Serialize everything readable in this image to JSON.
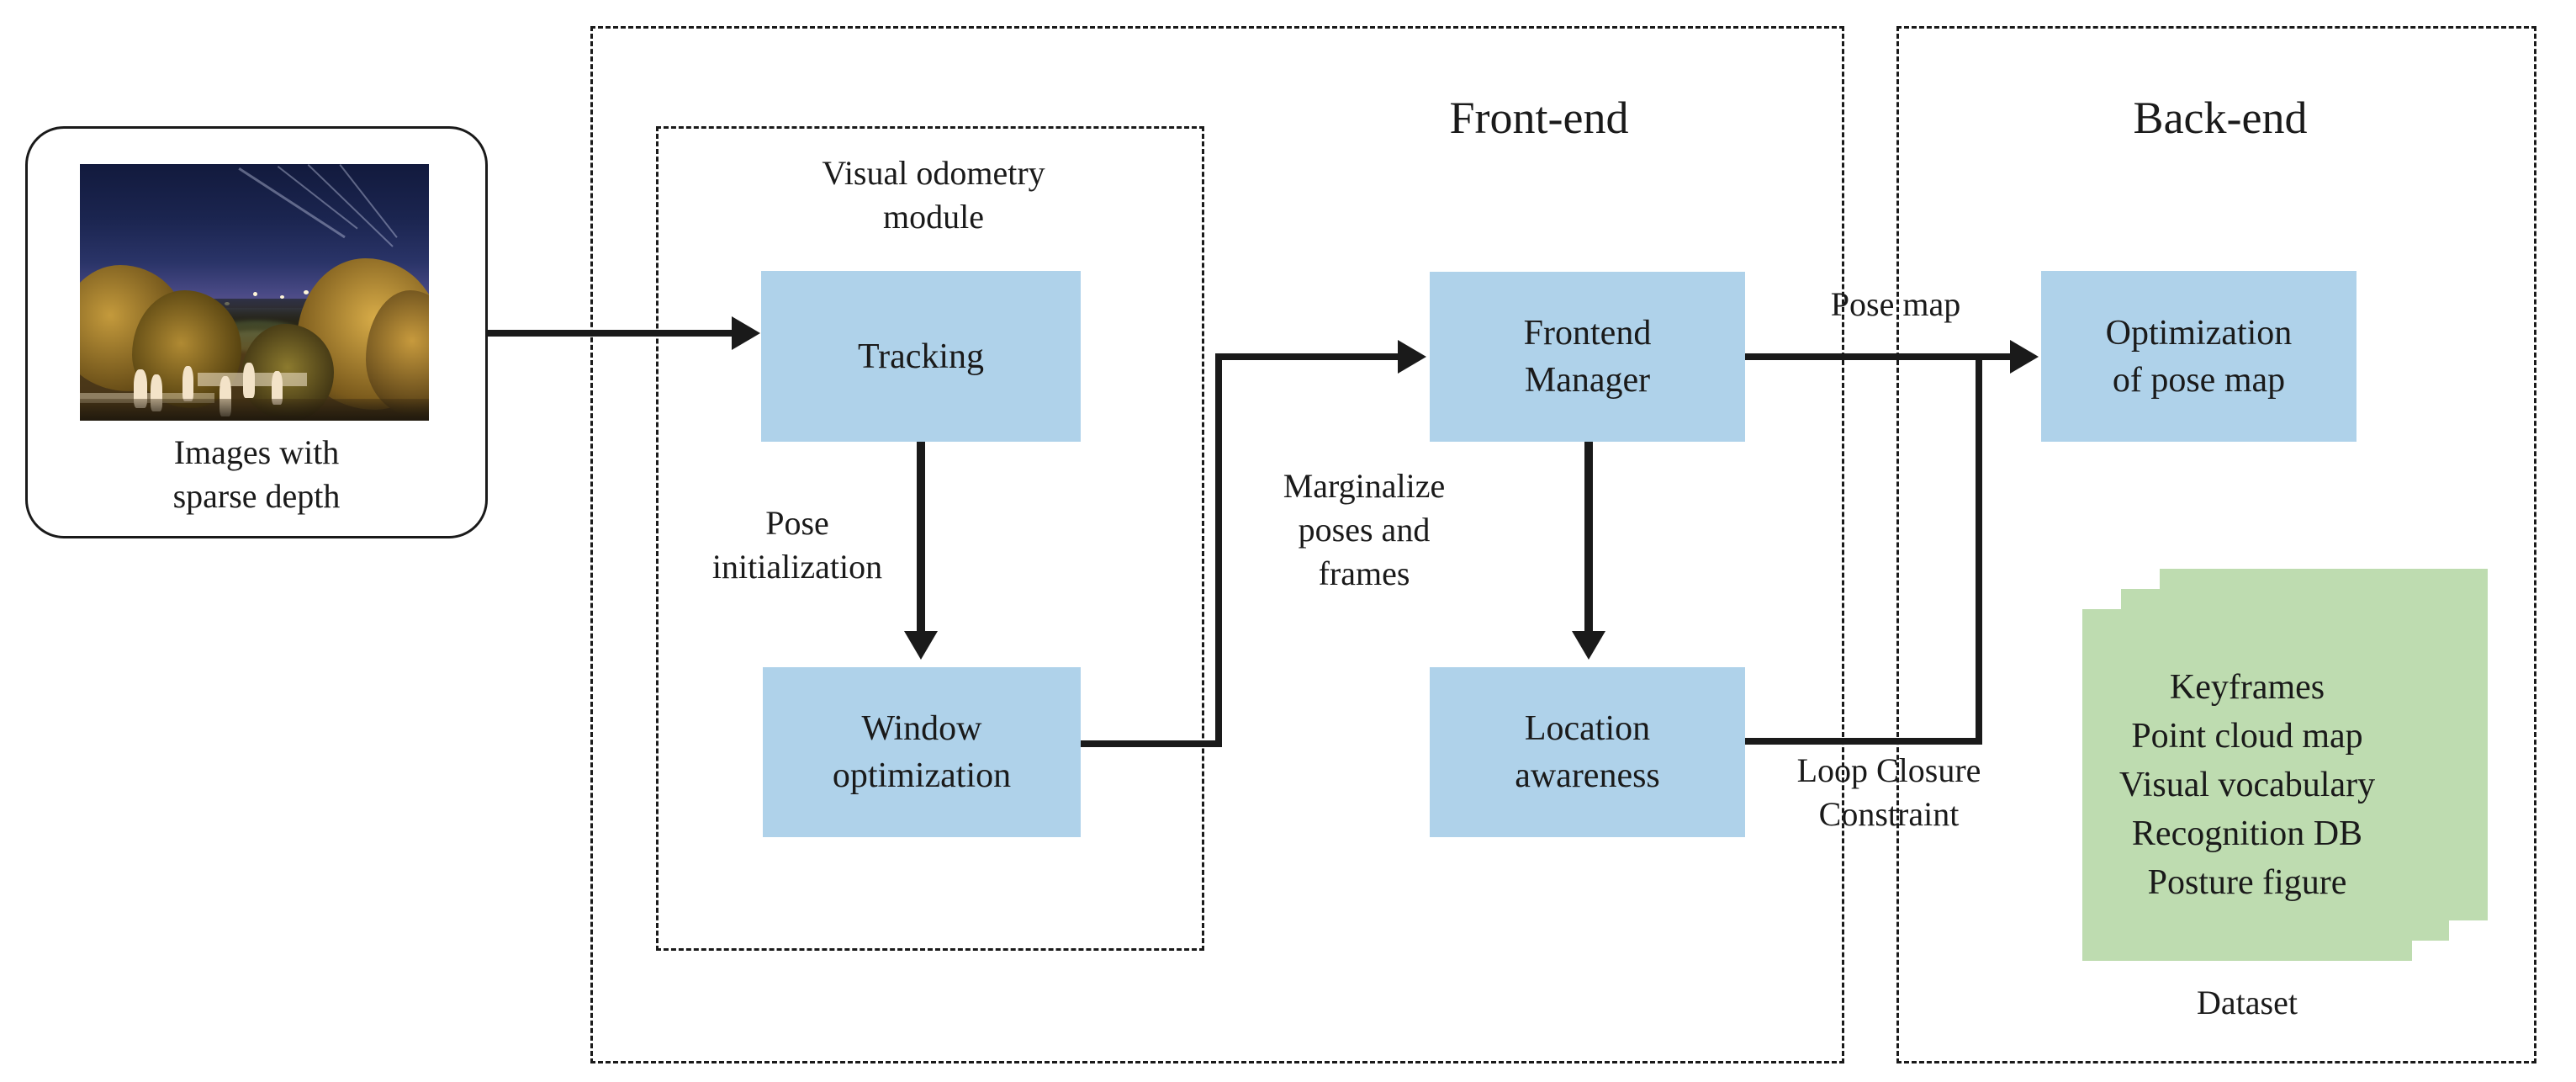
{
  "diagram": {
    "title_frontend": "Front-end",
    "title_backend": "Back-end",
    "vo_module_label": "Visual odometry\nmodule",
    "vo_module_line1": "Visual odometry",
    "vo_module_line2": "module"
  },
  "input_card": {
    "caption_line1": "Images with",
    "caption_line2": "sparse depth",
    "photo_alt": "night-landscape-photo"
  },
  "boxes": {
    "tracking": "Tracking",
    "window_optimization_line1": "Window",
    "window_optimization_line2": "optimization",
    "frontend_manager_line1": "Frontend",
    "frontend_manager_line2": "Manager",
    "location_awareness_line1": "Location",
    "location_awareness_line2": "awareness",
    "optimization_pose_map_line1": "Optimization",
    "optimization_pose_map_line2": "of pose map"
  },
  "edge_labels": {
    "pose_initialization_line1": "Pose",
    "pose_initialization_line2": "initialization",
    "marginalize_line1": "Marginalize",
    "marginalize_line2": "poses and",
    "marginalize_line3": "frames",
    "pose_map": "Pose map",
    "loop_closure_line1": "Loop Closure",
    "loop_closure_line2": "Constraint"
  },
  "dataset": {
    "label": "Dataset",
    "items": [
      "Keyframes",
      "Point cloud map",
      "Visual vocabulary",
      "Recognition DB",
      "Posture figure"
    ]
  },
  "colors": {
    "process_box": "#afd2ea",
    "dataset_card": "#bedcb0",
    "stroke": "#1a1a1a",
    "background": "#ffffff"
  }
}
